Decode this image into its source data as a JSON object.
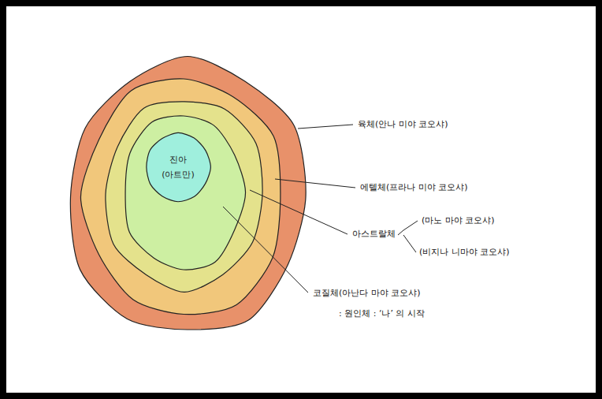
{
  "diagram": {
    "nodes": [
      {
        "text": [
          "진아",
          "(아트만)"
        ]
      }
    ],
    "labels": [
      "육체(안나 미야 코오샤)",
      "에텔체(프라나 미야 코오샤)",
      "아스트랄체",
      "(마노 마야 코오샤)",
      "(비지나 니마야 코오샤)",
      "코질체(아난다 마야 코오샤)",
      ": 원인체 : ‘나’ 의 시작"
    ]
  }
}
